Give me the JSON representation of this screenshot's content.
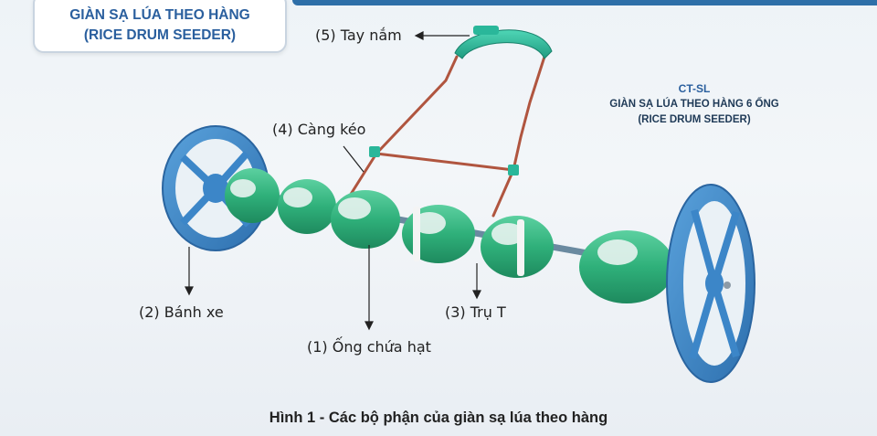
{
  "header": {
    "title_line1": "GIÀN SẠ LÚA THEO HÀNG",
    "title_line2": "(RICE DRUM SEEDER)"
  },
  "model": {
    "code": "CT-SL",
    "name": "GIÀN SẠ LÚA THEO HÀNG 6 ỐNG",
    "name_en": "(RICE DRUM SEEDER)"
  },
  "parts": {
    "handle": "(5) Tay nắm",
    "drawbar": "(4) Càng kéo",
    "wheel": "(2) Bánh xe",
    "t_post": "(3) Trụ T",
    "seed_drum": "(1) Ống chứa hạt"
  },
  "caption": "Hình 1 - Các bộ phận của giàn sạ lúa theo hàng",
  "colors": {
    "wheel": "#3c86c8",
    "drum": "#2fb07a",
    "handle": "#2ab79a",
    "frame": "#b0553f",
    "accent": "#2a5f9e"
  },
  "drum_count": 6
}
